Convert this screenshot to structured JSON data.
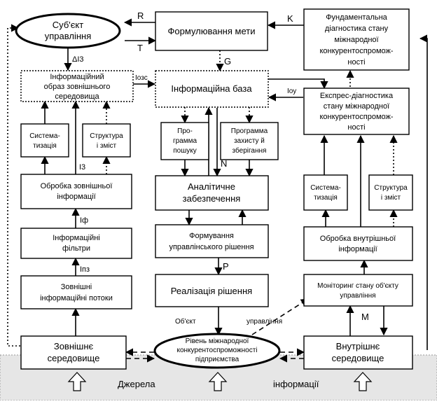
{
  "nodes": {
    "subject": [
      "Суб'єкт",
      "управління"
    ],
    "goal": [
      "Формулювання мети"
    ],
    "fund_diag": [
      "Фундаментальна",
      "діагностика стану",
      "міжнародної",
      "конкурентоспромож-",
      "ності"
    ],
    "info_image": [
      "Інформаційний",
      "образ зовнішнього",
      "середовища"
    ],
    "info_base": [
      "Інформаційна база"
    ],
    "express_diag": [
      "Експрес-діагностика",
      "стану міжнародної",
      "конкурентоспромож-",
      "ності"
    ],
    "system_left": [
      "Система-",
      "тизація"
    ],
    "struct_left": [
      "Структура",
      "і зміст"
    ],
    "search_prog": [
      "Про-",
      "грамма",
      "пошуку"
    ],
    "protect_prog": [
      "Программа",
      "захисту й",
      "зберігання"
    ],
    "ext_processing": [
      "Обробка зовнішньої",
      "інформації"
    ],
    "analytic": [
      "Аналітичне",
      "забезпечення"
    ],
    "system_right": [
      "Система-",
      "тизація"
    ],
    "struct_right": [
      "Структура",
      "і зміст"
    ],
    "info_filters": [
      "Інформаційні",
      "фільтри"
    ],
    "decision_form": [
      "Формування",
      "управлінського рішення"
    ],
    "int_processing": [
      "Обробка внутрішньої",
      "інформації"
    ],
    "ext_flows": [
      "Зовнішні",
      "інформаційні потоки"
    ],
    "decision_impl": [
      "Реалізація рішення"
    ],
    "monitoring": [
      "Моніторинг стану об'єкту",
      "управління"
    ],
    "ext_env": [
      "Зовнішнє",
      "середовище"
    ],
    "level": [
      "Рівень міжнародної",
      "конкурентоспроможності",
      "підприємства"
    ],
    "int_env": [
      "Внутрішнє",
      "середовище"
    ]
  },
  "labels": {
    "R": "R",
    "T": "T",
    "K": "K",
    "G": "G",
    "dI3": "ΔI3",
    "Iozs": "Iозс",
    "Ioy": "Iоу",
    "I3": "I3",
    "N": "N",
    "Iph": "Iф",
    "In3": "Iпз",
    "P": "P",
    "M": "M",
    "object_word1": "Об'єкт",
    "object_word2": "управління"
  },
  "footer": {
    "word1": "Джерела",
    "word2": "інформації"
  },
  "colors": {
    "footer_band": "#e6e6e6"
  }
}
